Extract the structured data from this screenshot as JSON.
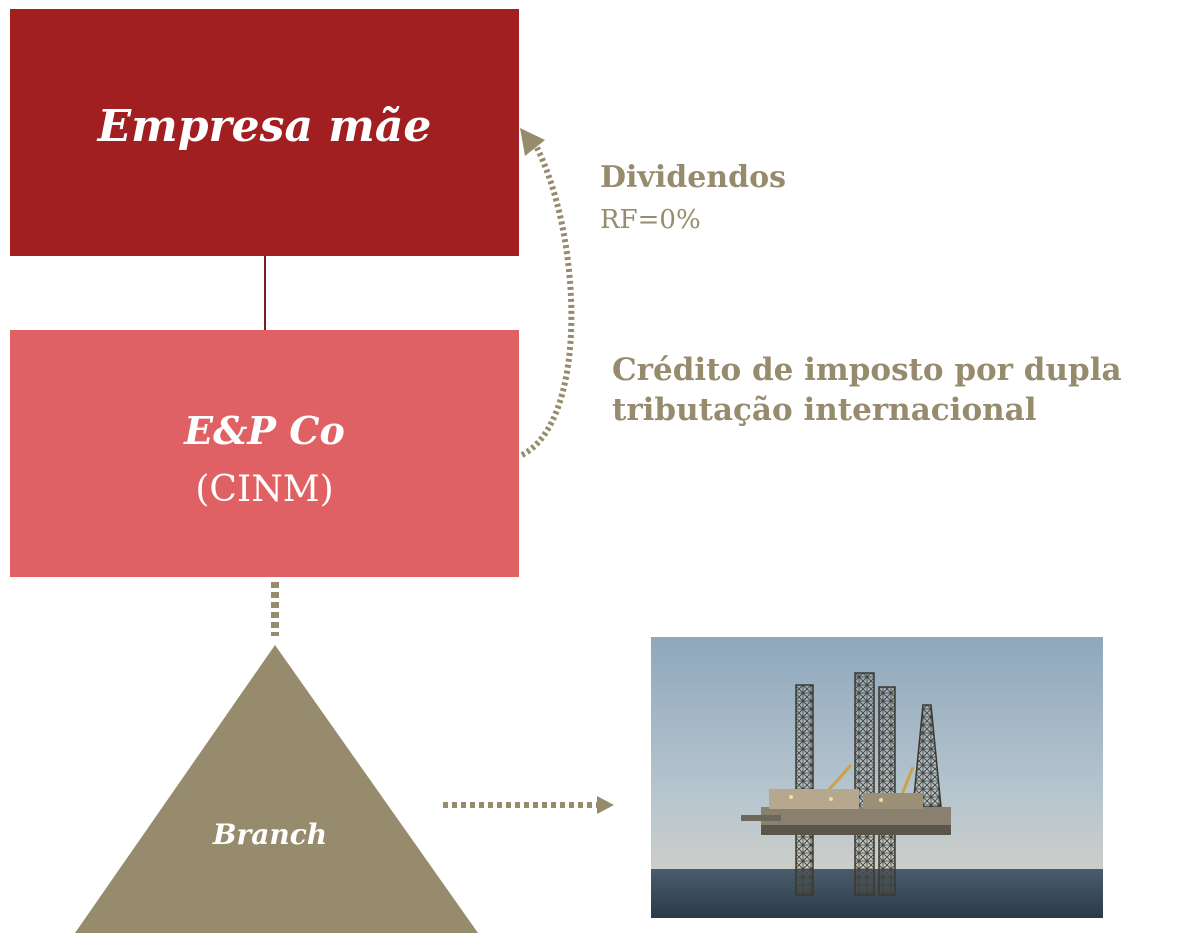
{
  "parent_company": {
    "name": "Empresa mãe",
    "color": "#a11f20"
  },
  "subsidiary": {
    "name": "E&P Co",
    "tag": "(CINM)",
    "color": "#e06163"
  },
  "branch": {
    "name": "Branch",
    "color": "#978b6d"
  },
  "flows": {
    "dividends_label": "Dividendos",
    "withholding_label": "RF=0%",
    "tax_credit_label": "Crédito de imposto por dupla tributação internacional"
  },
  "photo": {
    "subject": "offshore-jackup-oil-rig"
  },
  "colors": {
    "accent_tan": "#978b6d",
    "dark_red": "#a11f20",
    "light_red": "#e06163"
  }
}
